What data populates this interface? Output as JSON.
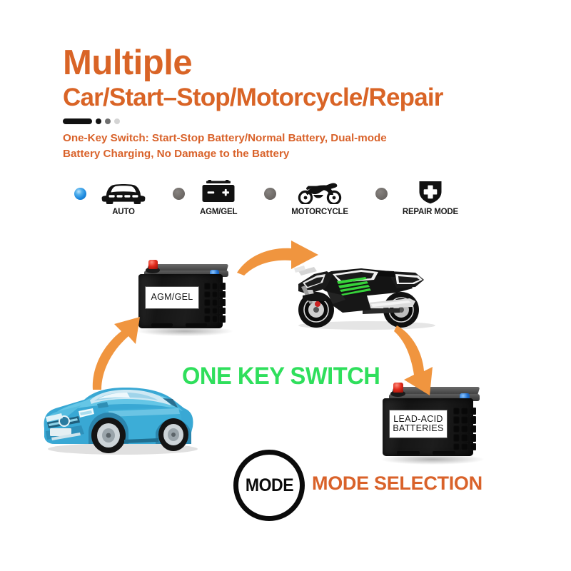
{
  "page": {
    "background_color": "#ffffff",
    "accent_orange": "#d96426",
    "accent_green": "#2fdf5c",
    "led_active_color": "#1a86dd",
    "led_inactive_color": "#6f6b68"
  },
  "headline": {
    "line1": "Multiple",
    "line2": "Car/Start–Stop/Motorcycle/Repair",
    "subtitle_line1": "One-Key Switch: Start-Stop Battery/Normal Battery, Dual-mode",
    "subtitle_line2": "Battery Charging, No Damage to the Battery"
  },
  "mode_row": {
    "items": [
      {
        "label": "AUTO",
        "icon": "car-front-icon",
        "led": "active",
        "led_color": "#1a86dd"
      },
      {
        "label": "AGM/GEL",
        "icon": "battery-icon",
        "led": "inactive",
        "led_color": "#6f6b68"
      },
      {
        "label": "MOTORCYCLE",
        "icon": "motorcycle-icon",
        "led": "inactive",
        "led_color": "#6f6b68"
      },
      {
        "label": "REPAIR MODE",
        "icon": "shield-plus-icon",
        "led": "inactive",
        "led_color": "#6f6b68"
      }
    ]
  },
  "diagram": {
    "battery_agm_label_line1": "AGM/GEL",
    "battery_lead_label_line1": "LEAD-ACID",
    "battery_lead_label_line2": "BATTERIES",
    "center_text": "ONE KEY SWITCH",
    "car_alt": "blue-sedan-photo",
    "motorcycle_alt": "black-green-sportbike-photo",
    "arrow_color": "#f0953f",
    "arrows": [
      {
        "name": "arrow-battery-to-motorcycle",
        "direction": "right"
      },
      {
        "name": "arrow-motorcycle-to-lead-battery",
        "direction": "down-right"
      },
      {
        "name": "arrow-car-to-battery",
        "direction": "up-right"
      }
    ]
  },
  "footer": {
    "mode_button_text": "MODE",
    "mode_selection_label": "MODE SELECTION"
  }
}
